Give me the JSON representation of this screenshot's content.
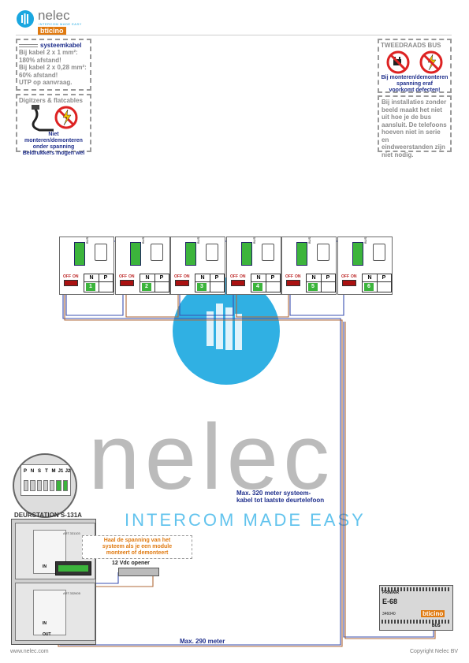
{
  "logo": {
    "name": "nelec",
    "tagline": "INTERCOM MADE EASY",
    "brand": "bticino"
  },
  "note_cable": {
    "title": "systeemkabel",
    "lines": [
      "Bij kabel 2 x 1 mm²:",
      "180% afstand!",
      "Bij kabel 2 x 0,28 mm²:",
      "60% afstand!",
      "UTP op aanvraag."
    ]
  },
  "note_digitizers": {
    "title": "Digitzers & flatcables",
    "warning": [
      "Niet monteren/demonteren",
      "onder spanning",
      "Beldrukkers mogen wel"
    ]
  },
  "note_bus": {
    "title": "TWEEDRAADS BUS",
    "warning": [
      "Bij monteren/demonteren",
      "spanning eraf",
      "voorkomt defecten!"
    ]
  },
  "note_install": {
    "lines": [
      "Bij installaties zonder",
      "beeld maakt het niet",
      "uit hoe je de bus",
      "aansluit. De telefoons",
      "hoeven niet in serie en",
      "eindweerstanden zijn",
      "niet nodig."
    ]
  },
  "phones": [
    {
      "number": "1"
    },
    {
      "number": "2"
    },
    {
      "number": "3"
    },
    {
      "number": "4"
    },
    {
      "number": "5"
    },
    {
      "number": "6"
    }
  ],
  "phone_labels": {
    "off": "OFF",
    "on": "ON",
    "n": "N",
    "p": "P",
    "bus": "BUS"
  },
  "connector_labels": [
    "P",
    "N",
    "S",
    "T",
    "M",
    "J1",
    "J2"
  ],
  "doorstation": {
    "title": "DEURSTATION S-131A",
    "art1": "ART.331103",
    "art2": "ART.332605",
    "in": "IN",
    "out": "OUT"
  },
  "warning_power": [
    "Haal de spanning van het",
    "systeem als je een module",
    "monteert of demonteert"
  ],
  "opener": "12 Vdc opener",
  "max_320": [
    "Max. 320 meter systeem-",
    "kabel tot laatste deurtelefoon"
  ],
  "max_290": "Max. 290 meter",
  "psu": {
    "primair": "PRIMAIR",
    "model": "E-68",
    "code": "346040",
    "brand": "bticino",
    "bus": "BUS"
  },
  "watermark": {
    "word": "nelec",
    "tagline": "INTERCOM MADE EASY"
  },
  "footer": {
    "left": "www.nelec.com",
    "right": "Copyright Nelec BV"
  },
  "colors": {
    "wire_blue": "#3a4fb0",
    "wire_brown": "#b06a3a",
    "watermark_blue": "#1aa7e0",
    "warning_red": "#d22",
    "led_green": "#3cb43c",
    "orange": "#e07a10"
  }
}
